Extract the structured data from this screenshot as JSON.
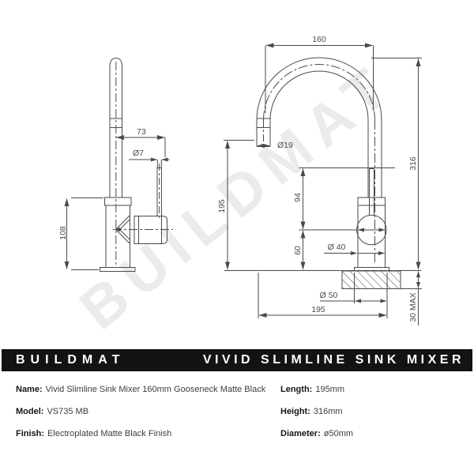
{
  "watermark": "BUILDMAT",
  "banner": {
    "brand": "BUILDMAT",
    "product": "VIVID SLIMLINE SINK MIXER"
  },
  "drawing": {
    "side": {
      "dim_reach": "73",
      "dim_lever": "Ø7",
      "dim_height": "108"
    },
    "front": {
      "dim_reach": "160",
      "dim_spout": "Ø19",
      "dim_total_height": "316",
      "dim_outlet_height": "195",
      "dim_upper": "94",
      "dim_lower": "60",
      "dim_body": "Ø 40",
      "dim_base": "Ø 50",
      "dim_length": "195",
      "dim_bench": "30 MAX"
    }
  },
  "specs": {
    "left": [
      {
        "label": "Name:",
        "value": "Vivid Slimline Sink Mixer 160mm Gooseneck Matte Black"
      },
      {
        "label": "Model:",
        "value": "VS735 MB"
      },
      {
        "label": "Finish:",
        "value": "Electroplated Matte Black Finish"
      }
    ],
    "right": [
      {
        "label": "Length:",
        "value": "195mm"
      },
      {
        "label": "Height:",
        "value": "316mm"
      },
      {
        "label": "Diameter:",
        "value": "ø50mm"
      }
    ]
  },
  "colors": {
    "banner_bg": "#131313",
    "line": "#4a4a4a",
    "watermark": "#ebebeb"
  }
}
